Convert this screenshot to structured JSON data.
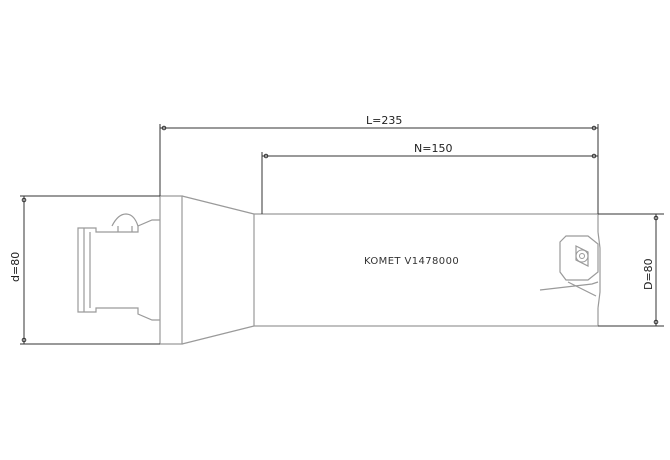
{
  "dimensions": {
    "overall_length": "L=235",
    "effective_length": "N=150",
    "shank_diameter": "d=80",
    "bore_diameter": "D=80"
  },
  "tool": {
    "marking": "KOMET V1478000"
  },
  "colors": {
    "outline": "#9a9a9a",
    "dimension_line": "#333333",
    "text": "#222222"
  }
}
